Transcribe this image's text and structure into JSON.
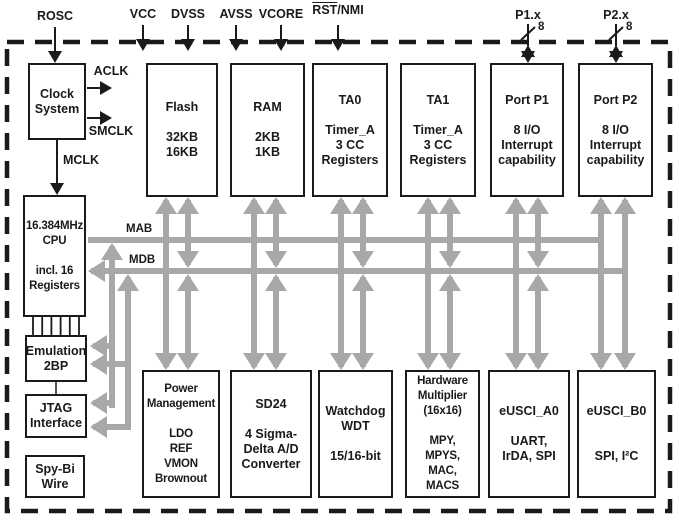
{
  "title": "MSP430 MCU functional block diagram",
  "pins": {
    "rosc": "ROSC",
    "vcc": "VCC",
    "dvss": "DVSS",
    "avss": "AVSS",
    "vcore": "VCORE",
    "rst_over": "RST",
    "rst_rest": "/NMI",
    "p1": "P1.x",
    "p2": "P2.x",
    "p1_width": "8",
    "p2_width": "8"
  },
  "clocks": {
    "aclk": "ACLK",
    "smclk": "SMCLK",
    "mclk": "MCLK"
  },
  "buses": {
    "mab": "MAB",
    "mdb": "MDB"
  },
  "blocks": {
    "clock_system": {
      "lines": [
        "Clock",
        "System"
      ]
    },
    "flash": {
      "lines": [
        "Flash",
        "",
        "32KB",
        "16KB"
      ]
    },
    "ram": {
      "lines": [
        "RAM",
        "",
        "2KB",
        "1KB"
      ]
    },
    "ta0": {
      "lines": [
        "TA0",
        "",
        "Timer_A",
        "3 CC",
        "Registers"
      ]
    },
    "ta1": {
      "lines": [
        "TA1",
        "",
        "Timer_A",
        "3 CC",
        "Registers"
      ]
    },
    "port_p1": {
      "lines": [
        "Port P1",
        "",
        "8 I/O",
        "Interrupt",
        "capability"
      ]
    },
    "port_p2": {
      "lines": [
        "Port P2",
        "",
        "8 I/O",
        "Interrupt",
        "capability"
      ]
    },
    "cpu": {
      "lines": [
        "16.384MHz",
        "CPU",
        "",
        "incl. 16",
        "Registers"
      ]
    },
    "emulation": {
      "lines": [
        "Emulation",
        "2BP"
      ]
    },
    "jtag": {
      "lines": [
        "JTAG",
        "Interface"
      ]
    },
    "spy_bi_wire": {
      "lines": [
        "Spy-Bi",
        "Wire"
      ]
    },
    "power_mgmt": {
      "lines": [
        "Power",
        "Management",
        "",
        "LDO",
        "REF",
        "VMON",
        "Brownout"
      ]
    },
    "sd24": {
      "lines": [
        "SD24",
        "",
        "4 Sigma-",
        "Delta A/D",
        "Converter"
      ]
    },
    "watchdog": {
      "lines": [
        "Watchdog",
        "WDT",
        "",
        "15/16-bit"
      ]
    },
    "hw_multiplier": {
      "lines": [
        "Hardware",
        "Multiplier",
        "(16x16)",
        "",
        "MPY,",
        "MPYS,",
        "MAC,",
        "MACS"
      ]
    },
    "eusci_a0": {
      "lines": [
        "eUSCI_A0",
        "",
        "UART,",
        "IrDA, SPI"
      ]
    },
    "eusci_b0": {
      "lines": [
        "eUSCI_B0",
        "",
        "",
        "SPI, I²C"
      ]
    }
  },
  "colors": {
    "arrow_gray": "#a8a8a8",
    "ink": "#1a1a1a",
    "background": "#ffffff"
  }
}
